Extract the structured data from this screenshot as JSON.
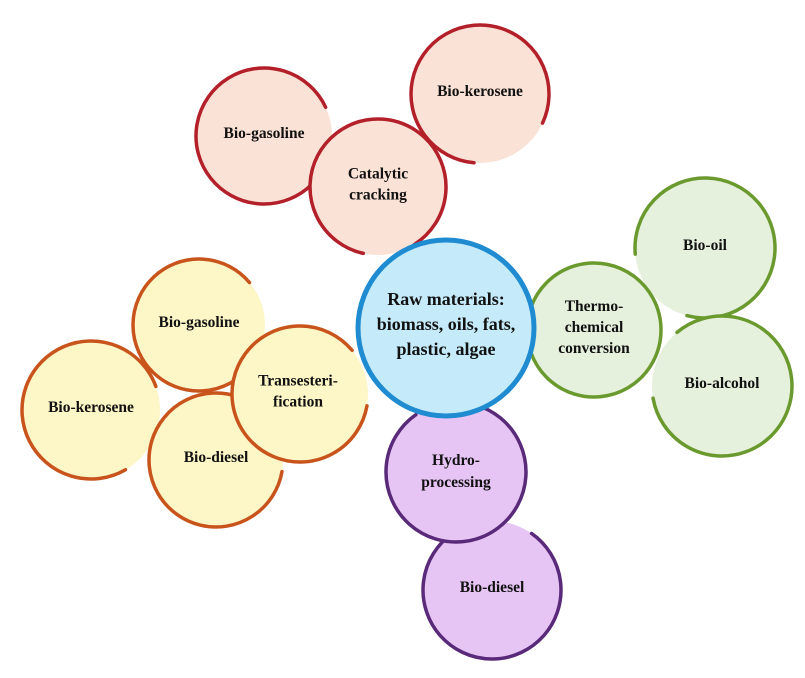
{
  "center": {
    "lines": [
      "Raw materials:",
      "biomass, oils, fats,",
      "plastic, algae"
    ],
    "color": "#1f8bd0",
    "fill": "#c5ebfa"
  },
  "groups": {
    "catalytic": {
      "color": "#b3202a",
      "fill": "#fbe2d6",
      "hub": [
        "Catalytic",
        "cracking"
      ],
      "products": [
        [
          "Bio-kerosene"
        ],
        [
          "Bio-gasoline"
        ]
      ]
    },
    "transesterification": {
      "color": "#c8541c",
      "fill": "#fdf6c6",
      "hub": [
        "Transesteri-",
        "fication"
      ],
      "products": [
        [
          "Bio-gasoline"
        ],
        [
          "Bio-kerosene"
        ],
        [
          "Bio-diesel"
        ]
      ]
    },
    "thermochemical": {
      "color": "#6a9a2e",
      "fill": "#e5f0dd",
      "hub": [
        "Thermo-",
        "chemical",
        "conversion"
      ],
      "products": [
        [
          "Bio-oil"
        ],
        [
          "Bio-alcohol"
        ]
      ]
    },
    "hydroprocessing": {
      "color": "#5a2a7a",
      "fill": "#e6c5f5",
      "hub": [
        "Hydro-",
        "processing"
      ],
      "products": [
        [
          "Bio-diesel"
        ]
      ]
    }
  }
}
